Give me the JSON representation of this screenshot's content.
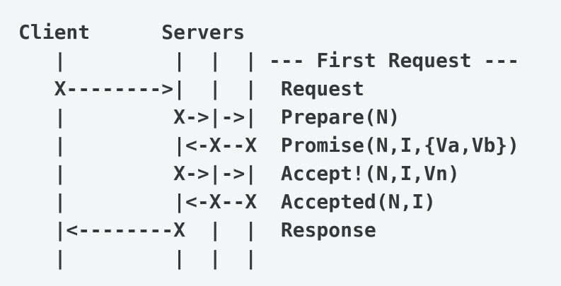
{
  "colors": {
    "background": "#f4f5f7",
    "text": "#36373b"
  },
  "diagram": {
    "type": "ascii-message-sequence",
    "actors": {
      "client": "Client",
      "servers": "Servers"
    },
    "phase_label": "--- First Request ---",
    "message_labels": [
      "Request",
      "Prepare(N)",
      "Promise(N,I,{Va,Vb})",
      "Accept!(N,I,Vn)",
      "Accepted(N,I)",
      "Response"
    ],
    "lines": [
      "Client      Servers",
      "   |         |  |  | --- First Request ---",
      "   X-------->|  |  |  Request",
      "   |         X->|->|  Prepare(N)",
      "   |         |<-X--X  Promise(N,I,{Va,Vb})",
      "   |         X->|->|  Accept!(N,I,Vn)",
      "   |         |<-X--X  Accepted(N,I)",
      "   |<--------X  |  |  Response",
      "   |         |  |  |"
    ]
  }
}
